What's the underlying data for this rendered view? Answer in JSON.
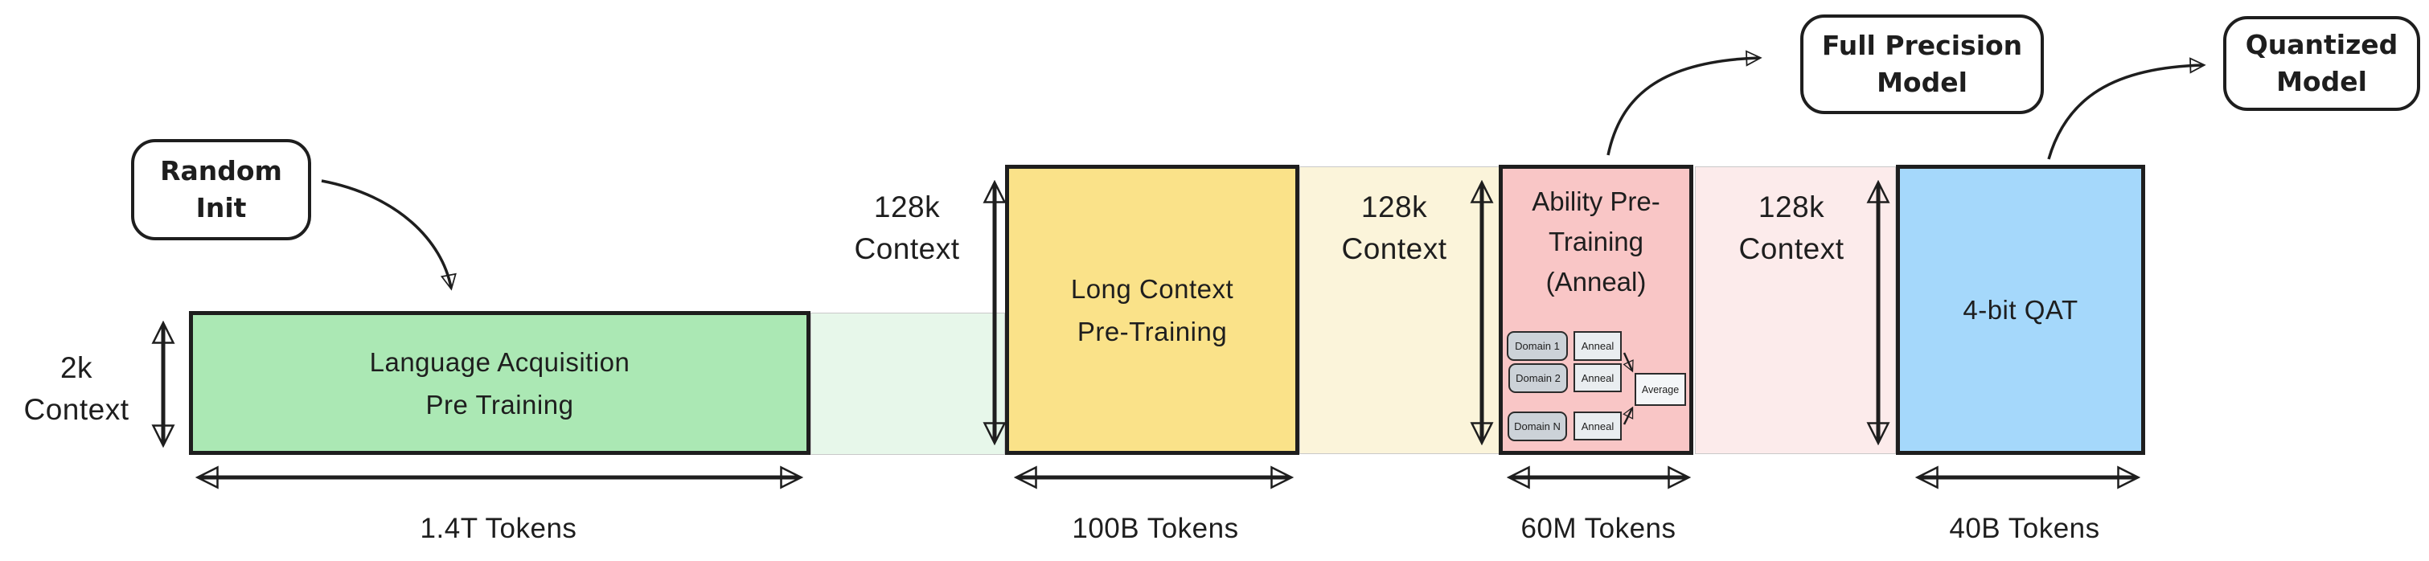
{
  "diagram": {
    "stroke": "#1e1e1e",
    "callouts": {
      "random_init": {
        "label": "Random\nInit"
      },
      "full_precision": {
        "label": "Full Precision\nModel"
      },
      "quantized": {
        "label": "Quantized\nModel"
      }
    },
    "stages": {
      "language_acquisition": {
        "title": "Language Acquisition\nPre Training",
        "context": "2k\nContext",
        "tokens": "1.4T Tokens",
        "fill": "#abe8b4",
        "faded_fill": "#e7f7ea"
      },
      "long_context": {
        "title": "Long Context\nPre-Training",
        "context": "128k\nContext",
        "tokens": "100B Tokens",
        "fill": "#fae289",
        "faded_fill": "#fbf4da"
      },
      "ability_pretraining": {
        "title": "Ability Pre-\nTraining\n(Anneal)",
        "context": "128k\nContext",
        "tokens": "60M Tokens",
        "fill": "#f9c6c6",
        "faded_fill": "#fcebeb",
        "anneal_diagram": {
          "domains": [
            "Domain 1",
            "Domain 2",
            "Domain N"
          ],
          "anneal_label": "Anneal",
          "average_label": "Average",
          "domain_fill": "#ccd2d8",
          "anneal_fill": "#e9edf0",
          "average_fill": "#f4f6f8"
        }
      },
      "qat": {
        "title": "4-bit QAT",
        "context": "128k\nContext",
        "tokens": "40B Tokens",
        "fill": "#a5d8fb"
      }
    }
  }
}
